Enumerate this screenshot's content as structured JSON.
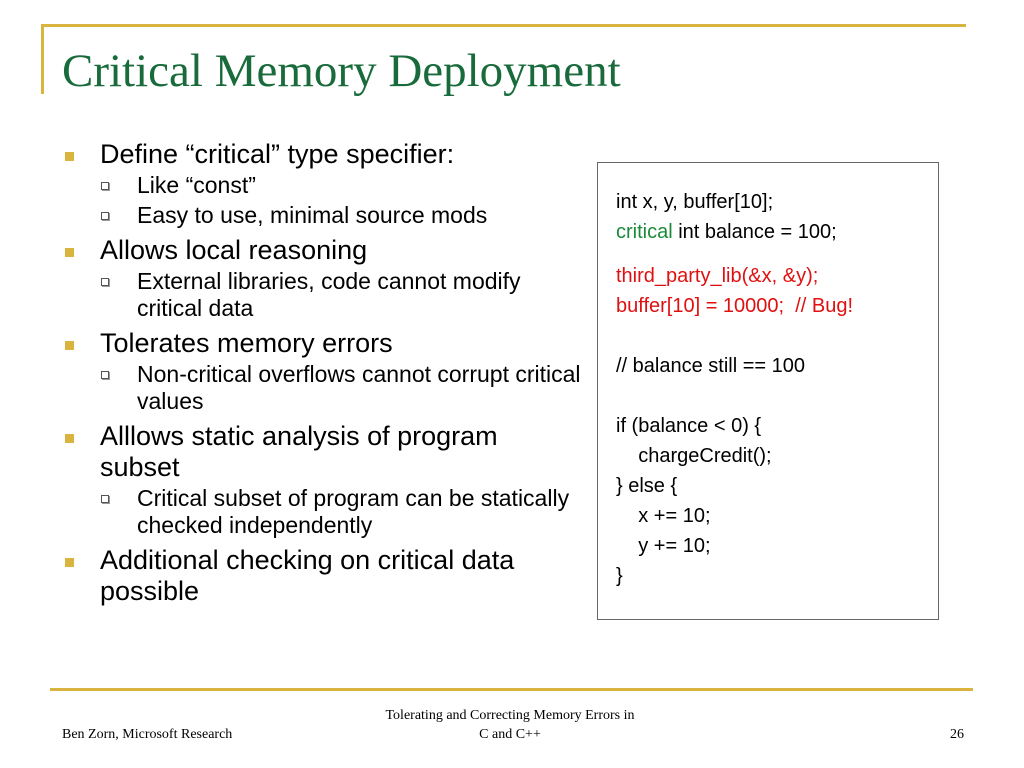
{
  "colors": {
    "accent_gold": "#d9b43e",
    "title_green": "#1a6b3c",
    "critical_keyword_green": "#1a8a3a",
    "bug_red": "#e01010"
  },
  "slide": {
    "title": "Critical Memory Deployment",
    "bullets": [
      {
        "text": "Define “critical” type specifier:",
        "subs": [
          "Like “const”",
          "Easy to use, minimal source mods"
        ]
      },
      {
        "text": "Allows local reasoning",
        "subs": [
          "External libraries, code cannot modify critical data"
        ]
      },
      {
        "text": "Tolerates memory errors",
        "subs": [
          "Non-critical overflows cannot corrupt critical values"
        ]
      },
      {
        "text": "Alllows static analysis of program subset",
        "subs": [
          "Critical subset of program can be statically checked independently"
        ]
      },
      {
        "text": "Additional checking on critical data possible",
        "subs": []
      }
    ],
    "code": {
      "line1": "int x, y, buffer[10];",
      "line2_keyword": "critical",
      "line2_rest": " int balance = 100;",
      "line3": "third_party_lib(&x, &y);",
      "line4": "buffer[10] = 10000;  // Bug!",
      "line5": "// balance still == 100",
      "line6": "if (balance < 0) {",
      "line7": "    chargeCredit();",
      "line8": "} else {",
      "line9": "    x += 10;",
      "line10": "    y += 10;",
      "line11": "}"
    }
  },
  "footer": {
    "author": "Ben Zorn, Microsoft Research",
    "talk_title_line1": "Tolerating and Correcting Memory Errors in",
    "talk_title_line2": "C and C++",
    "page_number": "26"
  }
}
